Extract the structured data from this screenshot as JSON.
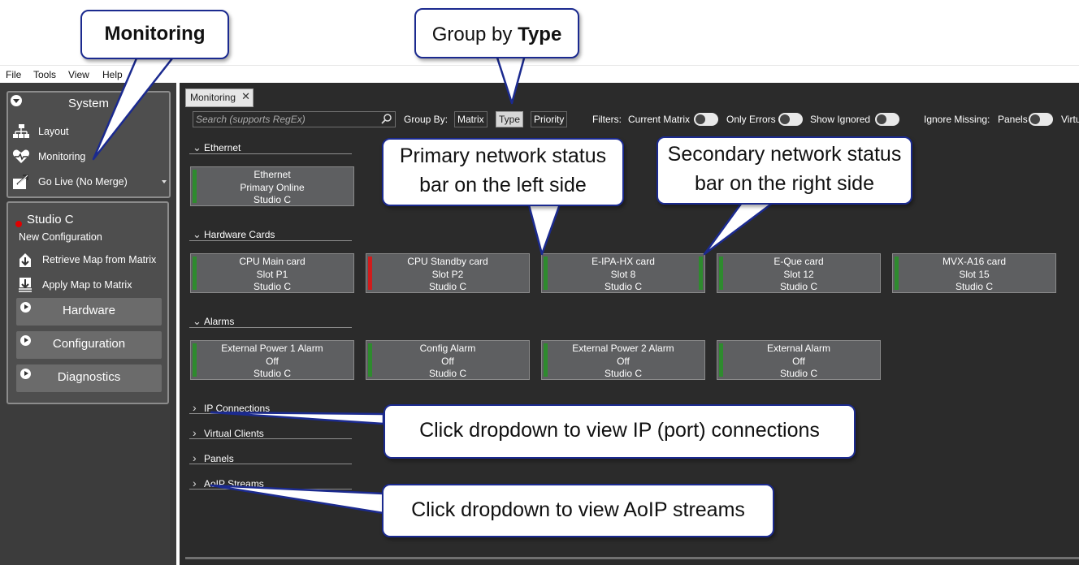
{
  "menu": [
    "File",
    "Tools",
    "View",
    "Help"
  ],
  "sidebar": {
    "system_title": "System",
    "system_items": [
      {
        "label": "Layout",
        "icon": "layout-icon"
      },
      {
        "label": "Monitoring",
        "icon": "monitoring-icon"
      },
      {
        "label": "Go Live (No Merge)",
        "icon": "go-live-icon"
      }
    ],
    "studio": {
      "name": "Studio C",
      "status_color": "#e00000",
      "config_label": "New Configuration",
      "actions": [
        {
          "label": "Retrieve Map from Matrix",
          "icon": "retrieve-map-icon"
        },
        {
          "label": "Apply Map to Matrix",
          "icon": "apply-map-icon"
        }
      ],
      "sections": [
        "Hardware",
        "Configuration",
        "Diagnostics"
      ]
    }
  },
  "main": {
    "tab_label": "Monitoring",
    "search_placeholder": "Search (supports RegEx)",
    "group_by": {
      "label": "Group By:",
      "options": [
        "Matrix",
        "Type",
        "Priority"
      ],
      "selected": "Type"
    },
    "filters": {
      "label": "Filters:",
      "items": [
        "Current Matrix",
        "Only Errors",
        "Show Ignored"
      ]
    },
    "ignore_missing": {
      "label": "Ignore Missing:",
      "items": [
        "Panels",
        "Virtu"
      ]
    },
    "groups": [
      {
        "name": "Ethernet",
        "expanded": true,
        "cards": [
          {
            "title": "Ethernet",
            "line2": "Primary Online",
            "line3": "Studio C",
            "primary": "#2e8b2e",
            "secondary": null
          }
        ]
      },
      {
        "name": "Hardware Cards",
        "expanded": true,
        "cards": [
          {
            "title": "CPU Main card",
            "line2": "Slot P1",
            "line3": "Studio C",
            "primary": "#2e8b2e",
            "secondary": null
          },
          {
            "title": "CPU Standby card",
            "line2": "Slot P2",
            "line3": "Studio C",
            "primary": "#d01c1c",
            "secondary": null
          },
          {
            "title": "E-IPA-HX card",
            "line2": "Slot 8",
            "line3": "Studio C",
            "primary": "#2e8b2e",
            "secondary": "#2e8b2e"
          },
          {
            "title": "E-Que card",
            "line2": "Slot 12",
            "line3": "Studio C",
            "primary": "#2e8b2e",
            "secondary": null
          },
          {
            "title": "MVX-A16 card",
            "line2": "Slot 15",
            "line3": "Studio C",
            "primary": "#2e8b2e",
            "secondary": null
          }
        ]
      },
      {
        "name": "Alarms",
        "expanded": true,
        "cards": [
          {
            "title": "External Power 1 Alarm",
            "line2": "Off",
            "line3": "Studio C",
            "primary": "#2e8b2e",
            "secondary": null
          },
          {
            "title": "Config Alarm",
            "line2": "Off",
            "line3": "Studio C",
            "primary": "#2e8b2e",
            "secondary": null
          },
          {
            "title": "External Power 2 Alarm",
            "line2": "Off",
            "line3": "Studio C",
            "primary": "#2e8b2e",
            "secondary": null
          },
          {
            "title": "External Alarm",
            "line2": "Off",
            "line3": "Studio C",
            "primary": "#2e8b2e",
            "secondary": null
          }
        ]
      },
      {
        "name": "IP Connections",
        "expanded": false,
        "cards": []
      },
      {
        "name": "Virtual Clients",
        "expanded": false,
        "cards": []
      },
      {
        "name": "Panels",
        "expanded": false,
        "cards": []
      },
      {
        "name": "AoIP Streams",
        "expanded": false,
        "cards": []
      }
    ]
  },
  "callouts": {
    "monitoring": "Monitoring",
    "group_by_prefix": "Group by ",
    "group_by_bold": "Type",
    "primary_line1": "Primary network status",
    "primary_line2": "bar on the left side",
    "secondary_line1": "Secondary network status",
    "secondary_line2": "bar on the right side",
    "ip": "Click dropdown to view IP (port) connections",
    "aoip": "Click dropdown to view AoIP streams"
  }
}
